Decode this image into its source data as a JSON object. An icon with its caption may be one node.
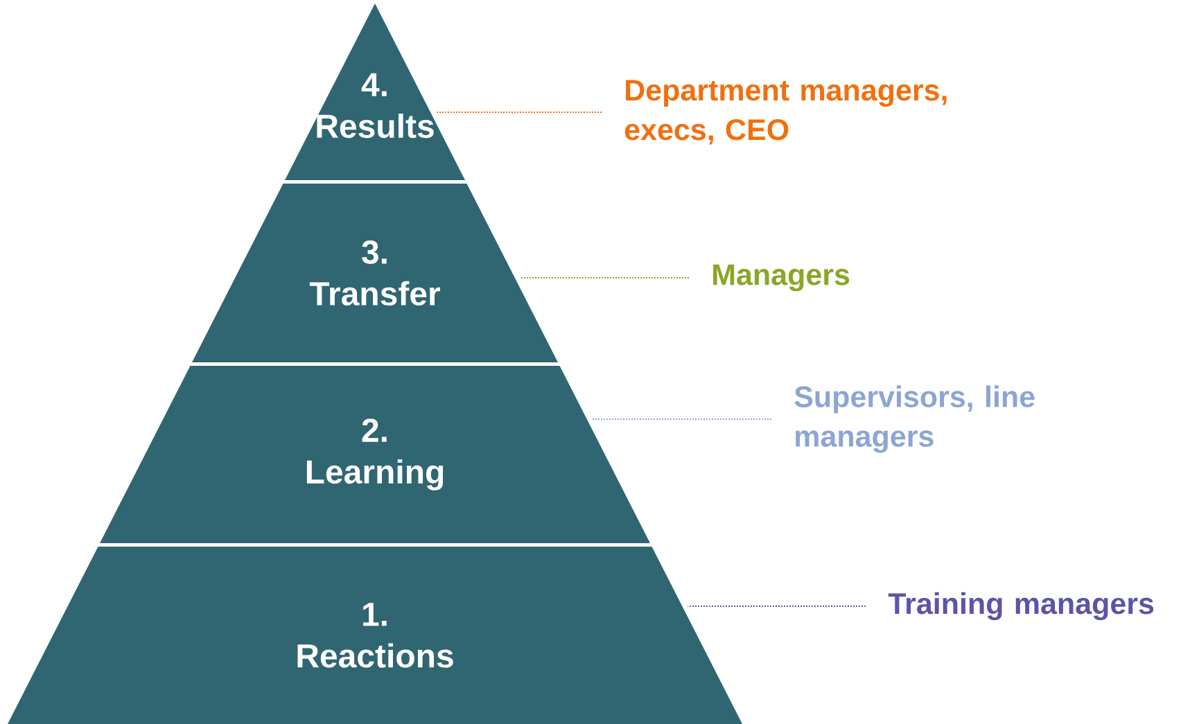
{
  "diagram": {
    "nodes": [
      {
        "text": [
          "4.",
          "Results"
        ]
      },
      {
        "text": [
          "3.",
          "Transfer"
        ]
      },
      {
        "text": [
          "2.",
          "Learning"
        ]
      },
      {
        "text": [
          "1.",
          "Reactions"
        ]
      },
      {
        "text": [
          "Department managers, execs, CEO"
        ]
      },
      {
        "text": [
          "Managers"
        ]
      },
      {
        "text": [
          "Supervisors, line managers"
        ]
      },
      {
        "text": [
          "Training managers"
        ]
      }
    ],
    "edges": [
      {
        "from": 4,
        "to": 0,
        "arrow": "none",
        "color": "#f07010"
      },
      {
        "from": 5,
        "to": 1,
        "arrow": "none",
        "color": "#8aa626"
      },
      {
        "from": 6,
        "to": 2,
        "arrow": "none",
        "color": "#8ca5d3"
      },
      {
        "from": 7,
        "to": 3,
        "arrow": "none",
        "color": "#5c54a8"
      }
    ]
  }
}
